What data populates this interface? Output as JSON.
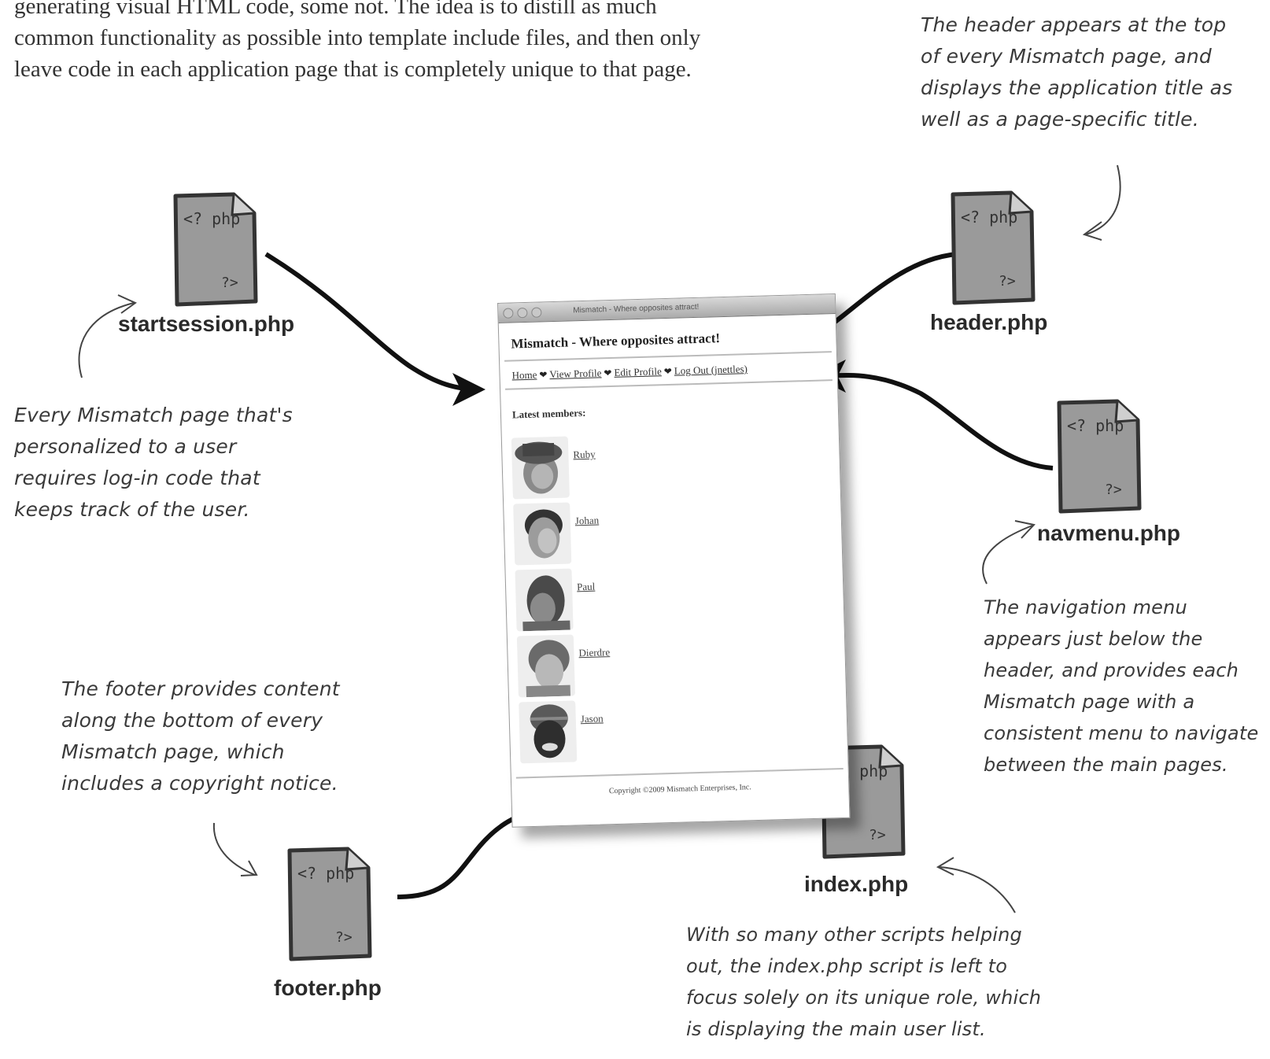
{
  "intro": {
    "lines": [
      "generating visual HTML code, some not. The idea is to distill as much",
      "common functionality as possible into template include files, and then only",
      "leave code in each application page that is completely unique to that page."
    ]
  },
  "files": {
    "startsession": "startsession.php",
    "header": "header.php",
    "navmenu": "navmenu.php",
    "footer": "footer.php",
    "index": "index.php"
  },
  "file_icon": {
    "top_text": "<? php",
    "bottom_text": "?>",
    "icon": "php-file-icon"
  },
  "notes": {
    "header": [
      "The header appears at the top",
      "of every Mismatch page, and",
      "displays the application title as",
      "well as a page-specific title."
    ],
    "startsession": [
      "Every Mismatch page that's",
      "personalized to a user",
      "requires log-in code that",
      "keeps track of the user."
    ],
    "navmenu": [
      "The navigation menu",
      "appears just below the",
      "header, and provides each",
      "Mismatch page with a",
      "consistent menu to navigate",
      "between the main pages."
    ],
    "footer": [
      "The footer provides content",
      "along the bottom of every",
      "Mismatch page, which",
      "includes a copyright notice."
    ],
    "index": [
      "With so many other scripts helping",
      "out, the index.php script is left to",
      "focus solely on its unique role, which",
      "is displaying the main user list."
    ]
  },
  "browser": {
    "window_title": "Mismatch - Where opposites attract!",
    "site_title": "Mismatch - Where opposites attract!",
    "nav": {
      "home": "Home",
      "view_profile": "View Profile",
      "edit_profile": "Edit Profile",
      "log_out": "Log Out (jnettles)",
      "separator": "❤"
    },
    "latest_heading": "Latest members:",
    "members": [
      "Ruby",
      "Johan",
      "Paul",
      "Dierdre",
      "Jason"
    ],
    "footer": "Copyright ©2009 Mismatch Enterprises, Inc."
  }
}
